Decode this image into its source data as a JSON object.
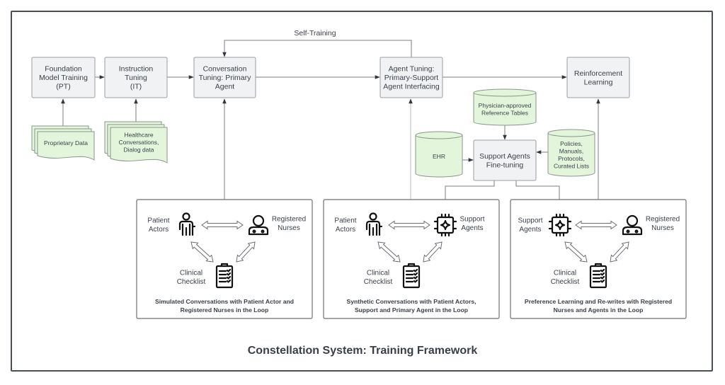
{
  "title": "Constellation System: Training Framework",
  "self_training_label": "Self-Training",
  "stages": [
    {
      "id": "pt",
      "lines": [
        "Foundation",
        "Model Training",
        "(PT)"
      ]
    },
    {
      "id": "it",
      "lines": [
        "Instruction",
        "Tuning",
        "(IT)"
      ]
    },
    {
      "id": "ct",
      "lines": [
        "Conversation",
        "Tuning: Primary",
        "Agent"
      ]
    },
    {
      "id": "at",
      "lines": [
        "Agent Tuning:",
        "Primary-Support",
        "Agent Interfacing"
      ]
    },
    {
      "id": "rl",
      "lines": [
        "Reinforcement",
        "Learning"
      ]
    },
    {
      "id": "saft",
      "lines": [
        "Support Agents",
        "Fine-tuning"
      ]
    }
  ],
  "data_sources": [
    {
      "id": "proprietary",
      "lines": [
        "Proprietary Data"
      ]
    },
    {
      "id": "healthcare",
      "lines": [
        "Healthcare",
        "Conversations,",
        "Dialog data"
      ]
    }
  ],
  "databases": [
    {
      "id": "physician",
      "lines": [
        "Physician-approved",
        "Reference Tables"
      ]
    },
    {
      "id": "ehr",
      "lines": [
        "EHR"
      ]
    },
    {
      "id": "policies",
      "lines": [
        "Policies,",
        "Manuals,",
        "Protocols,",
        "Curated Lists"
      ]
    }
  ],
  "panels": [
    {
      "id": "simulated",
      "left_label": [
        "Patient",
        "Actors"
      ],
      "right_label": [
        "Registered",
        "Nurses"
      ],
      "bottom_label": [
        "Clinical",
        "Checklist"
      ],
      "left_icon": "patient-icon",
      "right_icon": "nurse-icon",
      "caption": [
        "Simulated Conversations with Patient Actor and",
        "Registered Nurses in the Loop"
      ]
    },
    {
      "id": "synthetic",
      "left_label": [
        "Patient",
        "Actors"
      ],
      "right_label": [
        "Support",
        "Agents"
      ],
      "bottom_label": [
        "Clinical",
        "Checklist"
      ],
      "left_icon": "patient-icon",
      "right_icon": "chip-agent-icon",
      "caption": [
        "Synthetic Conversations with Patient Actors,",
        "Support and Primary Agent in the Loop"
      ]
    },
    {
      "id": "preference",
      "left_label": [
        "Support",
        "Agents"
      ],
      "right_label": [
        "Registered",
        "Nurses"
      ],
      "bottom_label": [
        "Clinical",
        "Checklist"
      ],
      "left_icon": "chip-agent-icon",
      "right_icon": "nurse-icon",
      "caption": [
        "Preference Learning and Re-writes with Registered",
        "Nurses and Agents in the Loop"
      ]
    }
  ],
  "colors": {
    "process_fill": "#f1f2f4",
    "data_fill": "#e3f6dc",
    "text": "#3a3f47",
    "frame": "#4a4f57"
  }
}
